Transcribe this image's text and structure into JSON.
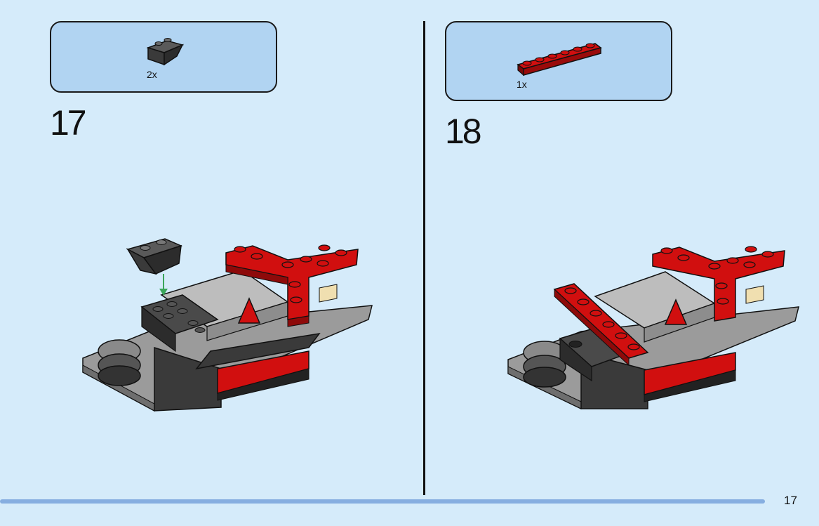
{
  "steps": [
    {
      "number": "17",
      "part_qty": "2x",
      "part_icon": "dark-gray-inverted-slope-brick-icon"
    },
    {
      "number": "18",
      "part_qty": "1x",
      "part_icon": "red-1x6-plate-icon"
    }
  ],
  "page_number": "17",
  "colors": {
    "background": "#d5ebfa",
    "parts_box": "#b1d4f2",
    "brick_red": "#d10f0f",
    "brick_dark": "#3a3a3a",
    "brick_gray": "#9b9b9b",
    "arrow_green": "#3aa65a",
    "footer_bar": "#86aee0"
  }
}
